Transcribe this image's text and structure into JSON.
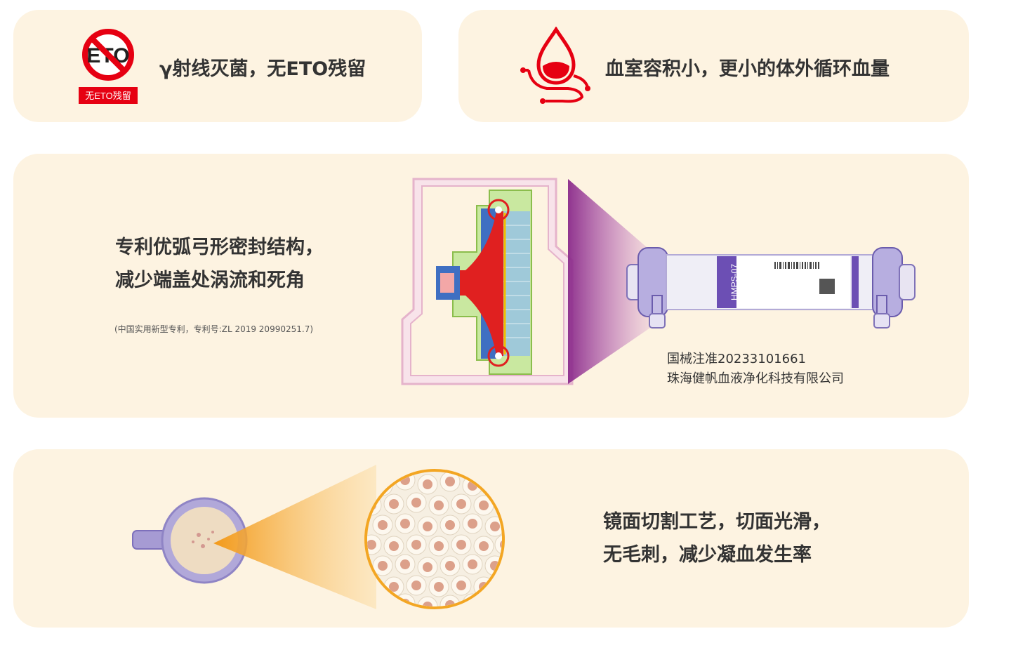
{
  "cards": {
    "eto": {
      "icon_badge": "无ETO残留",
      "icon_letters": "ETO",
      "text": "γ射线灭菌，无ETO残留"
    },
    "blood": {
      "text": "血室容积小，更小的体外循环血量"
    },
    "seal": {
      "line1": "专利优弧弓形密封结构，",
      "line2": "减少端盖处涡流和死角",
      "patent_note": "(中国实用新型专利，专利号:ZL 2019 20990251.7)",
      "registration": "国械注准20233101661",
      "company": "珠海健帆血液净化科技有限公司",
      "product_label": "HMPS-07"
    },
    "cut": {
      "line1": "镜面切割工艺，切面光滑，",
      "line2": "无毛刺，减少凝血发生率"
    }
  },
  "colors": {
    "card_bg": "#fdf3e1",
    "accent_red": "#e60012",
    "magnify_orange": "#f5a623"
  },
  "icons": [
    "no-eto-icon",
    "blood-drop-icon"
  ]
}
